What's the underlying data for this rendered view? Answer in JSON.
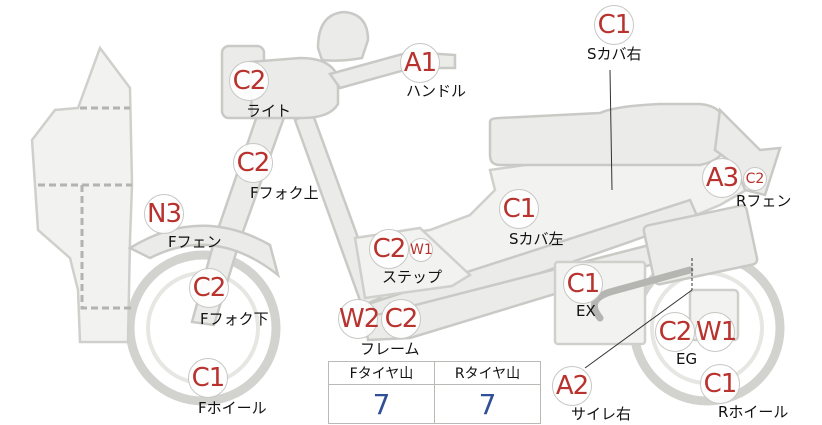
{
  "markers": [
    {
      "id": "handle",
      "code": "A1",
      "label": "ハンドル"
    },
    {
      "id": "light",
      "code": "C2",
      "label": "ライト"
    },
    {
      "id": "front-fork-upper",
      "code": "C2",
      "label": "Fフォク上"
    },
    {
      "id": "front-fender",
      "code": "N3",
      "label": "Fフェン"
    },
    {
      "id": "front-fork-lower",
      "code": "C2",
      "label": "Fフォク下"
    },
    {
      "id": "front-wheel",
      "code": "C1",
      "label": "Fホイール"
    },
    {
      "id": "step",
      "code": "C2",
      "sub_code": "W1",
      "label": "ステップ"
    },
    {
      "id": "frame",
      "code": "W2",
      "code2": "C2",
      "label": "フレーム"
    },
    {
      "id": "side-cover-left",
      "code": "C1",
      "label": "Sカバ左"
    },
    {
      "id": "side-cover-right",
      "code": "C1",
      "label": "Sカバ右"
    },
    {
      "id": "rear-fender",
      "code": "A3",
      "sub_code": "C2",
      "label": "Rフェン"
    },
    {
      "id": "exhaust",
      "code": "C1",
      "label": "EX"
    },
    {
      "id": "engine",
      "code": "C2",
      "code2": "W1",
      "label": "EG"
    },
    {
      "id": "muffler-right",
      "code": "A2",
      "label": "サイレ右"
    },
    {
      "id": "rear-wheel",
      "code": "C1",
      "label": "Rホイール"
    }
  ],
  "tread": {
    "front_header": "Fタイヤ山",
    "rear_header": "Rタイヤ山",
    "front_value": "7",
    "rear_value": "7"
  }
}
